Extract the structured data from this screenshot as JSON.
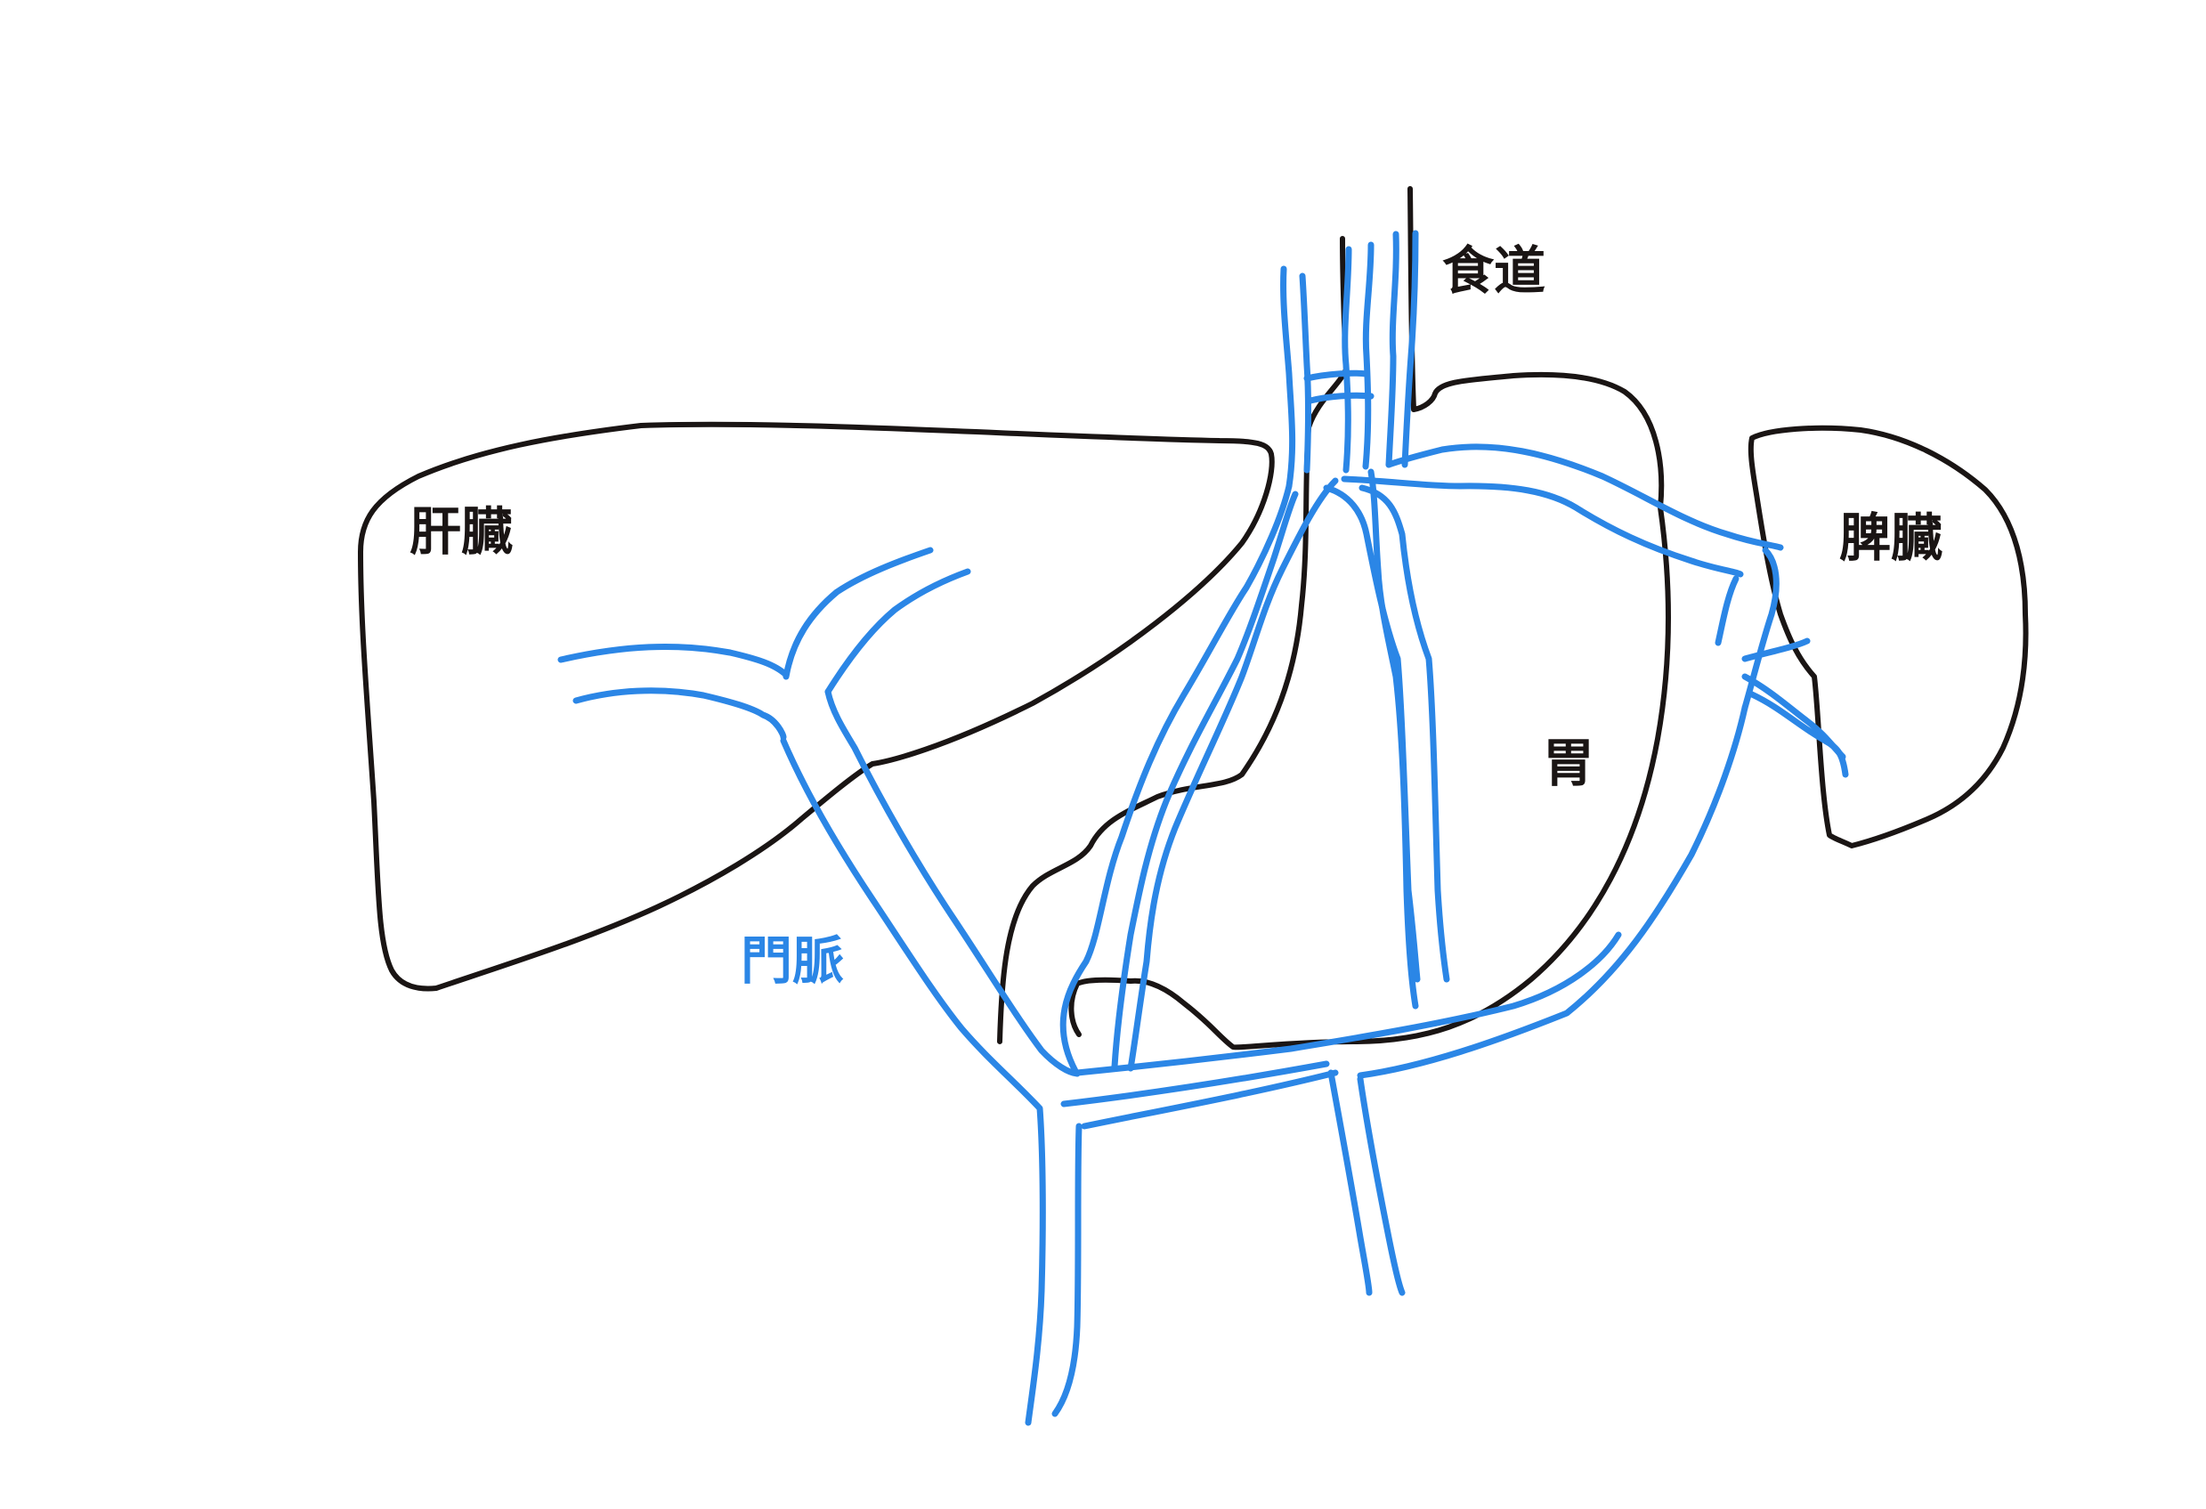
{
  "colors": {
    "organ_outline": "#1a1514",
    "portal_vein": "#2b86e6",
    "background": "#ffffff"
  },
  "labels": {
    "esophagus": "食道",
    "liver": "肝臓",
    "stomach": "胃",
    "spleen": "脾臓",
    "portal_vein": "門脈"
  }
}
